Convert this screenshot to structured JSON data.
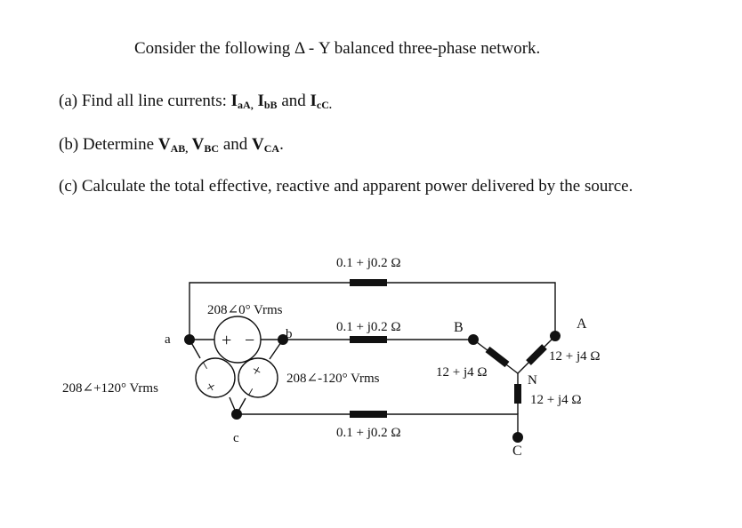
{
  "title": "Consider the following Δ - Y balanced three-phase network.",
  "parts": {
    "a": {
      "prefix": "(a) Find all line currents: ",
      "i1": "I",
      "i1sub": "aA,",
      "i2": " I",
      "i2sub": "bB",
      "mid": " and ",
      "i3": "I",
      "i3sub": "cC."
    },
    "b": {
      "prefix": "(b) Determine ",
      "v1": "V",
      "v1sub": "AB,",
      "v2": " V",
      "v2sub": "BC",
      "mid": " and ",
      "v3": "V",
      "v3sub": "CA",
      "suffix": "."
    },
    "c": {
      "text": "(c) Calculate the total effective, reactive and apparent power delivered by the source."
    }
  },
  "circuit": {
    "line_impedance_top": "0.1 + j0.2 Ω",
    "line_impedance_mid": "0.1 + j0.2 Ω",
    "line_impedance_bot": "0.1 + j0.2 Ω",
    "source_ab": "208∠0° Vrms",
    "source_bc": "208∠-120° Vrms",
    "source_ca": "208∠+120° Vrms",
    "node_a": "a",
    "node_b": "b",
    "node_c": "c",
    "node_A": "A",
    "node_B": "B",
    "node_C": "C",
    "node_N": "N",
    "load_B": "12 + j4 Ω",
    "load_A": "12 + j4 Ω",
    "load_C": "12 + j4 Ω",
    "plus": "+",
    "minus": "−"
  }
}
